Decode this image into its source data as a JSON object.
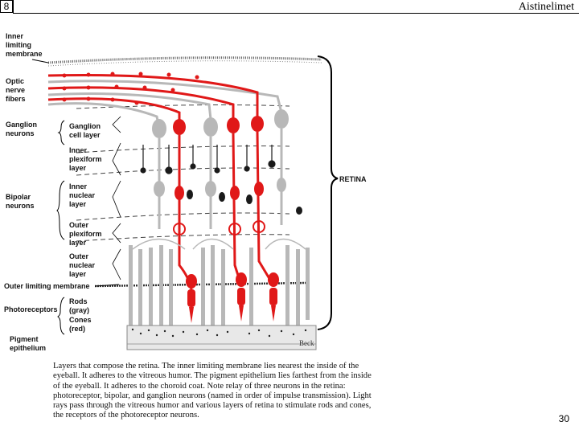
{
  "header": {
    "page_num": "8",
    "title": "Aistinelimet"
  },
  "figure": {
    "left_labels": {
      "inner_limiting": [
        "Inner",
        "limiting",
        "membrane"
      ],
      "optic_nerve": [
        "Optic",
        "nerve",
        "fibers"
      ],
      "ganglion_neurons": [
        "Ganglion",
        "neurons"
      ],
      "bipolar_neurons": [
        "Bipolar",
        "neurons"
      ],
      "outer_limiting": "Outer limiting membrane",
      "photoreceptors": "Photoreceptors",
      "pigment": [
        "Pigment",
        "epithelium"
      ]
    },
    "layer_labels": {
      "ganglion_cell_layer": [
        "Ganglion",
        "cell layer"
      ],
      "inner_plexiform": [
        "Inner",
        "plexiform",
        "layer"
      ],
      "inner_nuclear": [
        "Inner",
        "nuclear",
        "layer"
      ],
      "outer_plexiform": [
        "Outer",
        "plexiform",
        "layer"
      ],
      "outer_nuclear": [
        "Outer",
        "nuclear",
        "layer"
      ],
      "rods": [
        "Rods",
        "(gray)"
      ],
      "cones": [
        "Cones",
        "(red)"
      ]
    },
    "retina_label": "RETINA",
    "artist": "Beck"
  },
  "caption": {
    "bold_segments": [
      "Layers that compose the retina. The inner limiting membrane lies nearest the inside of the eyeball. It adheres to the vitreous humor. The pigment epithelium lies farthest from the inside of the eyeball. It adheres to the choroid coat. Note relay of three neurons in the retina: photoreceptor, bipolar, and ganglion neurons (named in order of impulse transmission). Light rays pass through the vitreous humor and various layers of retina to stimulate rods and cones, the receptors of the photoreceptor neurons."
    ]
  },
  "footer": {
    "slide_number": "30"
  },
  "colors": {
    "neuron_red": "#e01818",
    "neuron_gray": "#b8b8b8",
    "dark_cell": "#1a1a1a"
  }
}
